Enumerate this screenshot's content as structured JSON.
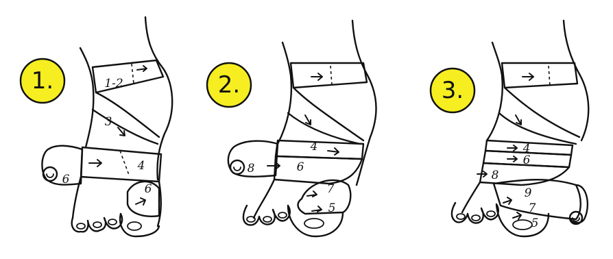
{
  "panels": [
    {
      "badge": "1.",
      "labels": [
        "1-2",
        "3",
        "4",
        "6",
        "6"
      ]
    },
    {
      "badge": "2.",
      "labels": [
        "4",
        "6",
        "8",
        "7",
        "5"
      ]
    },
    {
      "badge": "3.",
      "labels": [
        "4",
        "6",
        "8",
        "9",
        "7",
        "5"
      ]
    }
  ],
  "colors": {
    "badge_fill": "#f6ee21",
    "ink": "#111111",
    "background": "#ffffff"
  }
}
